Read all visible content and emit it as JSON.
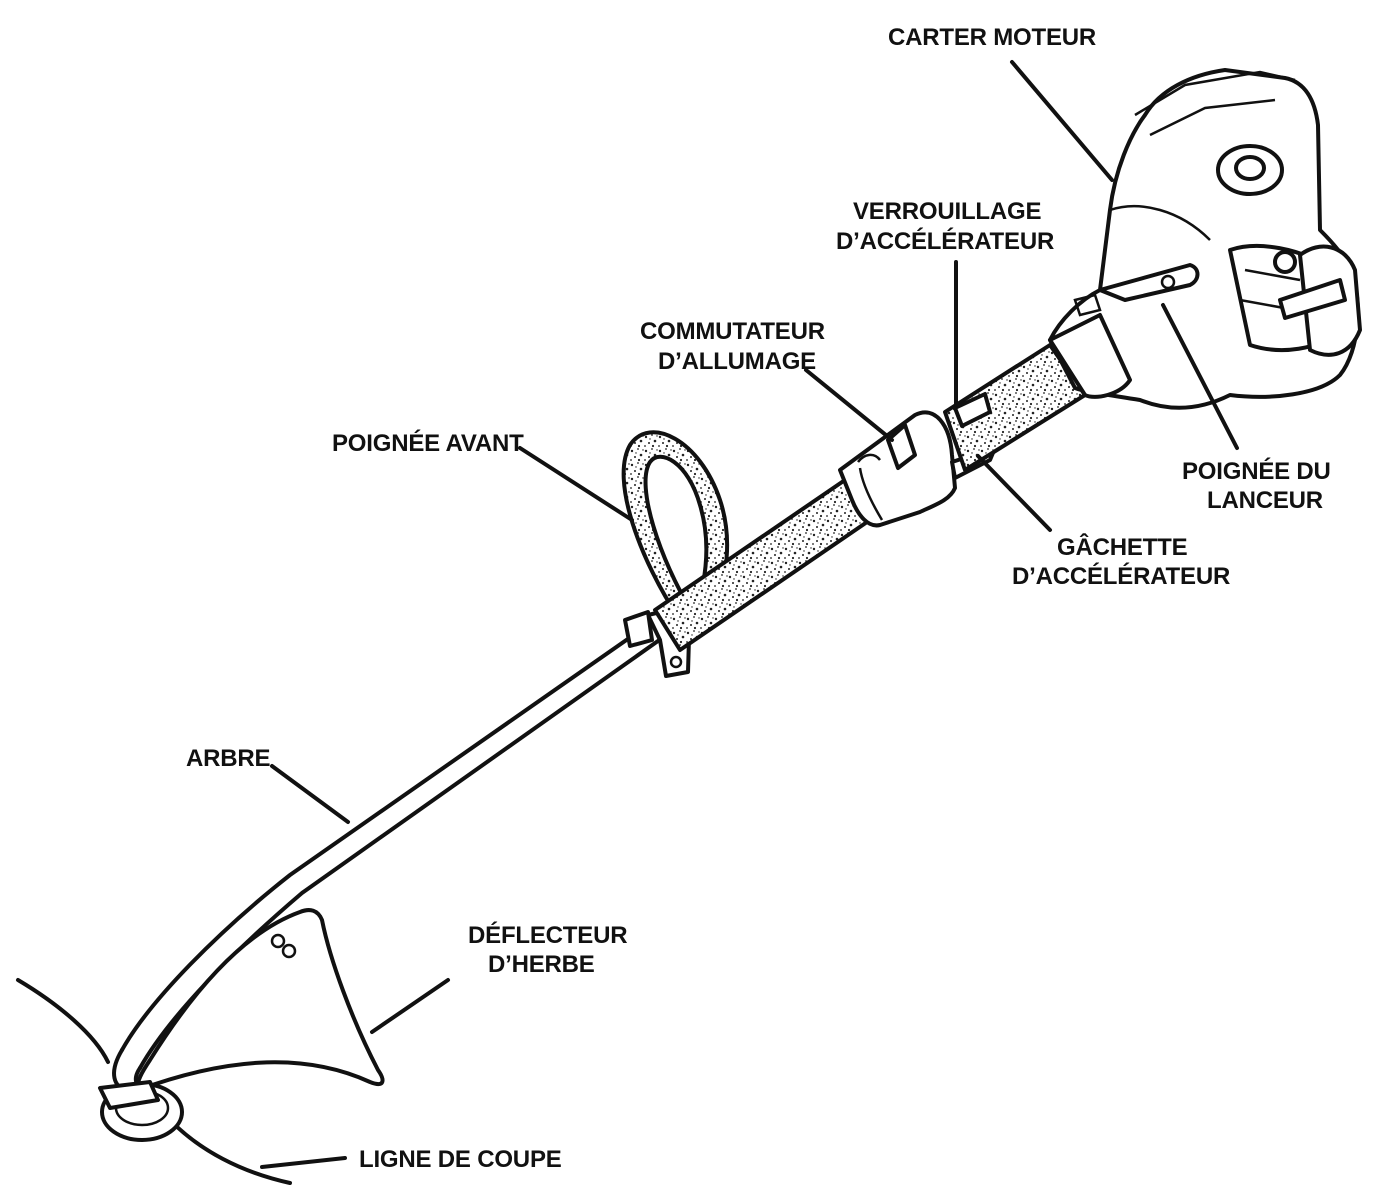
{
  "labels": {
    "carter_moteur": "CARTER MOTEUR",
    "verrouillage_l1": "VERROUILLAGE",
    "verrouillage_l2": "D’ACCÉLÉRATEUR",
    "commutateur_l1": "COMMUTATEUR",
    "commutateur_l2": "D’ALLUMAGE",
    "poignee_avant": "POIGNÉE AVANT",
    "poignee_lanceur_l1": "POIGNÉE DU",
    "poignee_lanceur_l2": "LANCEUR",
    "gachette_l1": "GÂCHETTE",
    "gachette_l2": "D’ACCÉLÉRATEUR",
    "arbre": "ARBRE",
    "deflecteur_l1": "DÉFLECTEUR",
    "deflecteur_l2": "D’HERBE",
    "ligne_de_coupe": "LIGNE DE COUPE"
  }
}
